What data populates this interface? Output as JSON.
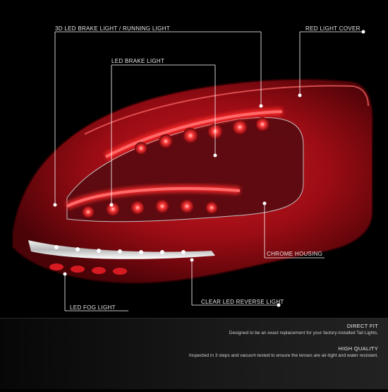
{
  "callouts": {
    "led_3d_brake_running": "3D LED BRAKE LIGHT / RUNNING LIGHT",
    "red_light_cover": "RED LIGHT COVER",
    "led_brake_light": "LED BRAKE LIGHT",
    "chrome_housing": "CHROME HOUSING",
    "led_fog_light": "LED FOG LIGHT",
    "clear_led_reverse_light": "CLEAR LED REVERSE LIGHT"
  },
  "info": {
    "direct_fit_title": "DIRECT FIT",
    "direct_fit_text": "Designed to be an exact replacement for your factory-installed Tail Lights.",
    "high_quality_title": "HIGH QUALITY",
    "high_quality_text": "Inspected in 3 steps and vacuum tested to ensure the lenses are air-tight and water resistant."
  },
  "colors": {
    "lens_red": "#b3101a",
    "led_glow": "#ff3a3a",
    "callout_line": "#ffffff",
    "background": "#000000"
  }
}
